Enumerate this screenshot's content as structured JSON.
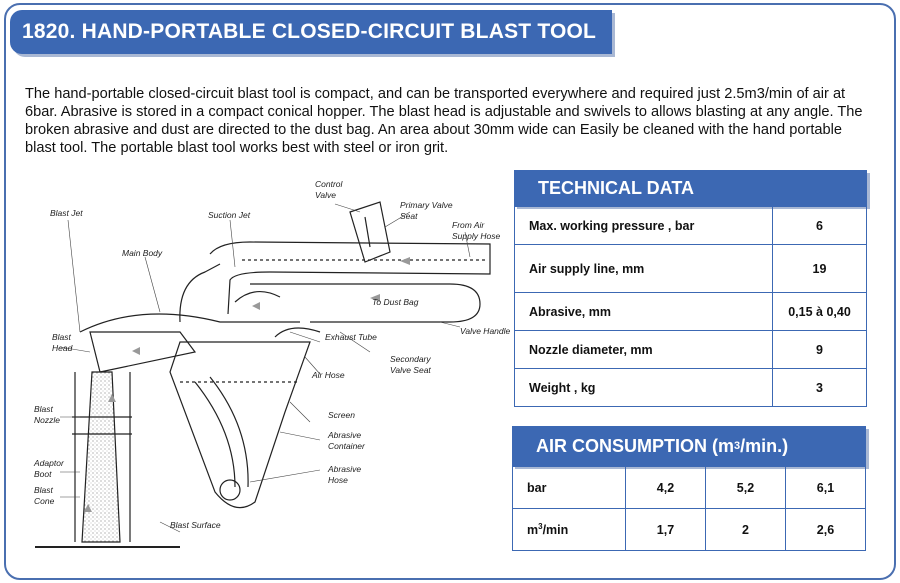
{
  "title": "1820. HAND-PORTABLE CLOSED-CIRCUIT BLAST TOOL",
  "intro": "The hand-portable closed-circuit blast tool is compact, and can be transported everywhere and required just 2.5m3/min of air at 6bar. Abrasive is stored in a compact conical hopper. The blast head is adjustable and swivels to allows blasting at any angle. The broken abrasive and dust are directed to the dust bag. An area about 30mm wide can Easily be cleaned with the hand portable blast tool. The portable blast tool  works best with steel or iron grit.",
  "diagram": {
    "labels": {
      "control_valve_1": "Control",
      "control_valve_2": "Valve",
      "primary_valve_seat_1": "Primary Valve",
      "primary_valve_seat_2": "Seat",
      "from_air_supply_1": "From Air",
      "from_air_supply_2": "Supply Hose",
      "blast_jet": "Blast Jet",
      "suction_jet": "Suction Jet",
      "main_body": "Main Body",
      "to_dust_bag": "To Dust Bag",
      "valve_handle": "Valve Handle",
      "exhaust_tube": "Exhaust Tube",
      "secondary_valve_seat_1": "Secondary",
      "secondary_valve_seat_2": "Valve Seat",
      "air_hose": "Air Hose",
      "blast_head_1": "Blast",
      "blast_head_2": "Head",
      "blast_nozzle_1": "Blast",
      "blast_nozzle_2": "Nozzle",
      "adaptor_boot_1": "Adaptor",
      "adaptor_boot_2": "Boot",
      "blast_cone_1": "Blast",
      "blast_cone_2": "Cone",
      "screen": "Screen",
      "abrasive_container_1": "Abrasive",
      "abrasive_container_2": "Container",
      "abrasive_hose_1": "Abrasive",
      "abrasive_hose_2": "Hose",
      "blast_surface": "Blast Surface"
    }
  },
  "technical_data": {
    "heading": "TECHNICAL DATA",
    "rows": [
      {
        "param": "Max. working pressure , bar",
        "value": "6"
      },
      {
        "param": "Air supply line, mm",
        "value": "19"
      },
      {
        "param": "Abrasive, mm",
        "value": "0,15 à 0,40"
      },
      {
        "param": "Nozzle diameter, mm",
        "value": "9"
      },
      {
        "param": "Weight , kg",
        "value": "3"
      }
    ]
  },
  "air_consumption": {
    "heading_main": "AIR CONSUMPTION (m",
    "heading_sup": "3",
    "heading_end": "/min.)",
    "row_bar": {
      "label": "bar",
      "values": [
        "4,2",
        "5,2",
        "6,1"
      ]
    },
    "row_flow": {
      "label_main": "m",
      "label_sup": "3",
      "label_end": "/min",
      "values": [
        "1,7",
        "2",
        "2,6"
      ]
    }
  },
  "colors": {
    "accent": "#3c68b3",
    "shadow": "#a9b8d4"
  }
}
